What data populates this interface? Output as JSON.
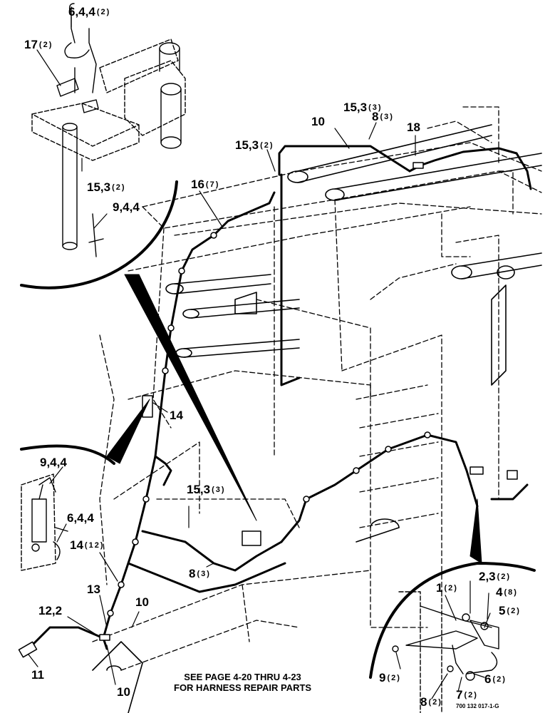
{
  "callouts": [
    {
      "key": "c_6_4_4_top",
      "text": "6,4,4",
      "qty": "(2)"
    },
    {
      "key": "c_17",
      "text": "17",
      "qty": "(2)"
    },
    {
      "key": "c_15_3_upper_left",
      "text": "15,3",
      "qty": "(2)"
    },
    {
      "key": "c_9_4_4_top",
      "text": "9,4,4",
      "qty": ""
    },
    {
      "key": "c_16",
      "text": "16",
      "qty": "(7)"
    },
    {
      "key": "c_15_3_mid",
      "text": "15,3",
      "qty": "(2)"
    },
    {
      "key": "c_10_top",
      "text": "10",
      "qty": ""
    },
    {
      "key": "c_15_3_right",
      "text": "15,3",
      "qty": "(3)"
    },
    {
      "key": "c_8_top",
      "text": "8",
      "qty": "(3)"
    },
    {
      "key": "c_18",
      "text": "18",
      "qty": ""
    },
    {
      "key": "c_14_mid",
      "text": "14",
      "qty": ""
    },
    {
      "key": "c_9_4_4_left",
      "text": "9,4,4",
      "qty": ""
    },
    {
      "key": "c_6_4_4_left",
      "text": "6,4,4",
      "qty": ""
    },
    {
      "key": "c_14_lower",
      "text": "14",
      "qty": "(12)"
    },
    {
      "key": "c_15_3_lower",
      "text": "15,3",
      "qty": "(3)"
    },
    {
      "key": "c_8_lower",
      "text": "8",
      "qty": "(3)"
    },
    {
      "key": "c_13",
      "text": "13",
      "qty": ""
    },
    {
      "key": "c_10_lower",
      "text": "10",
      "qty": ""
    },
    {
      "key": "c_12_2",
      "text": "12,2",
      "qty": ""
    },
    {
      "key": "c_11",
      "text": "11",
      "qty": ""
    },
    {
      "key": "c_10_bottom",
      "text": "10",
      "qty": ""
    },
    {
      "key": "c_1",
      "text": "1",
      "qty": "(2)"
    },
    {
      "key": "c_2_3",
      "text": "2,3",
      "qty": "(2)"
    },
    {
      "key": "c_4",
      "text": "4",
      "qty": "(8)"
    },
    {
      "key": "c_5",
      "text": "5",
      "qty": "(2)"
    },
    {
      "key": "c_9_bottom",
      "text": "9",
      "qty": "(2)"
    },
    {
      "key": "c_6_bottom",
      "text": "6",
      "qty": "(2)"
    },
    {
      "key": "c_7",
      "text": "7",
      "qty": "(2)"
    },
    {
      "key": "c_8_bottom",
      "text": "8",
      "qty": "(2)"
    }
  ],
  "note_line1": "SEE PAGE 4-20 THRU 4-23",
  "note_line2": "FOR HARNESS REPAIR PARTS",
  "figure_code": "700 132 017-1-G"
}
